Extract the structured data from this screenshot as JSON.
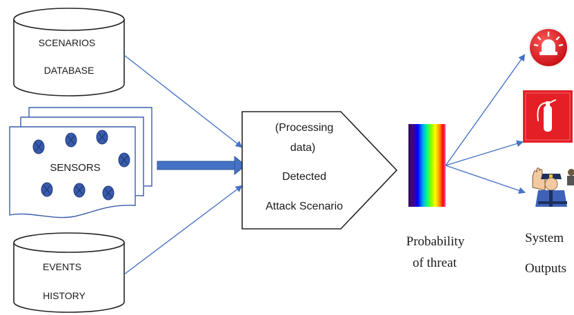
{
  "scenarios_db": {
    "line1": "SCENARIOS",
    "line2": "DATABASE"
  },
  "sensors": {
    "label": "SENSORS"
  },
  "events_history": {
    "line1": "EVENTS",
    "line2": "HISTORY"
  },
  "processing": {
    "line1": "(Processing",
    "line2": "data)",
    "line3": "Detected",
    "line4": "Attack Scenario"
  },
  "probability": {
    "line1": "Probability",
    "line2": "of threat",
    "spectrum_colors": [
      "#2b1055",
      "#4b0082",
      "#0000ff",
      "#00a0ff",
      "#00ff80",
      "#7fff00",
      "#ffff00",
      "#ff8c00",
      "#ff0000",
      "#ff66cc"
    ]
  },
  "outputs": {
    "line1": "System",
    "line2": "Outputs",
    "icons": [
      "alarm-siren-icon",
      "fire-extinguisher-icon",
      "security-guard-icon"
    ]
  },
  "colors": {
    "arrow": "#4472c4",
    "sensor_dot": "#3a5bab",
    "outline": "#222222",
    "alarm_red": "#d8141b",
    "extinguisher_red": "#e41f26"
  }
}
